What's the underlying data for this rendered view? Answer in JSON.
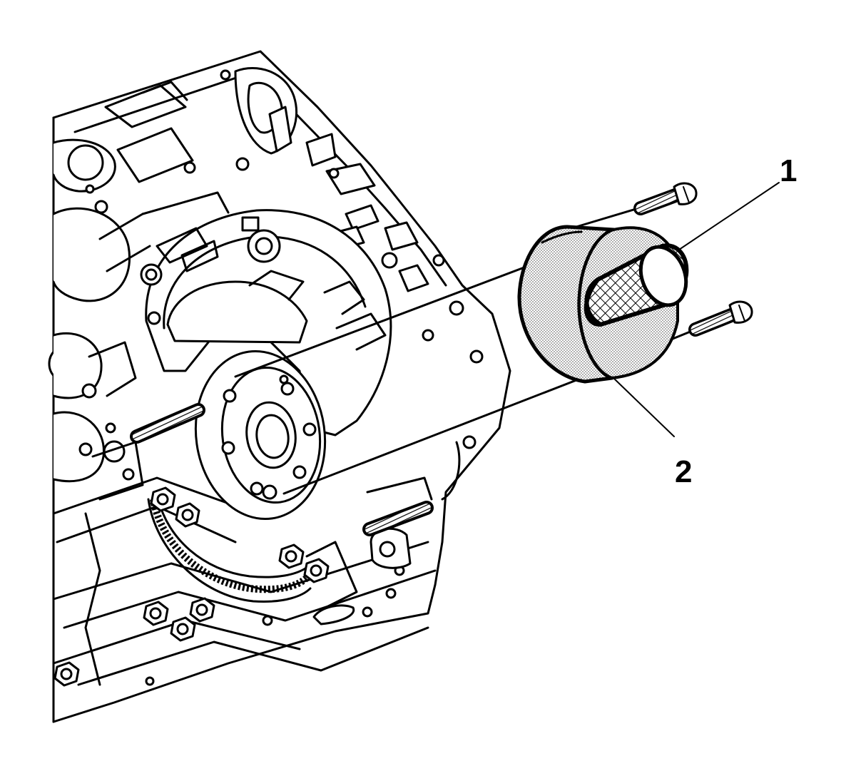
{
  "callouts": [
    {
      "number": "1",
      "part": "tool-handle"
    },
    {
      "number": "2",
      "part": "seal-installer"
    }
  ],
  "colors": {
    "line": "#000000",
    "background": "#ffffff",
    "stipple": "#9a9a9a"
  }
}
